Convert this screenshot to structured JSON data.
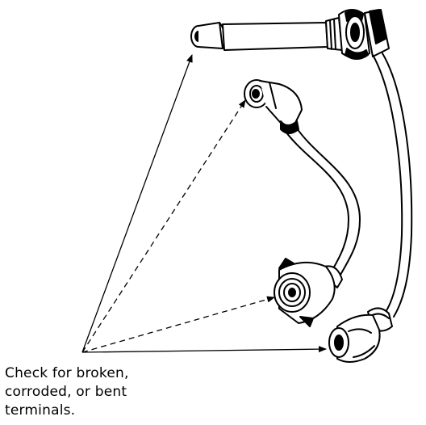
{
  "caption": {
    "line1": "Check for broken,",
    "line2": "corroded, or bent",
    "line3": "terminals."
  },
  "colors": {
    "ink": "#000000",
    "paper": "#ffffff"
  }
}
